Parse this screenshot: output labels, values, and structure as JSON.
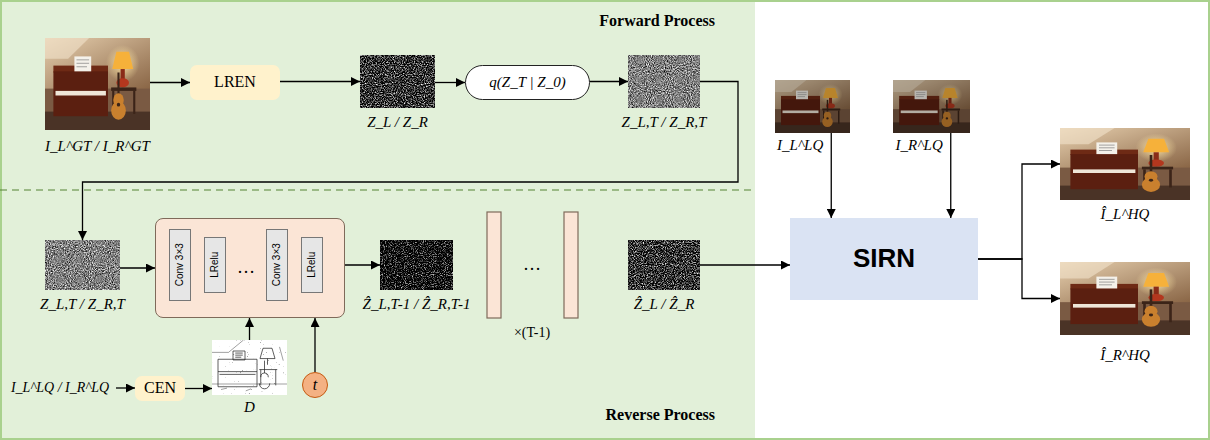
{
  "diagram": {
    "nodes": [
      {
        "text": [
          "Forward Process"
        ]
      },
      {
        "text": [
          "I_L^GT / I_R^GT"
        ],
        "in": 0
      },
      {
        "text": [
          "LREN"
        ],
        "in": 0
      },
      {
        "text": [
          "Z_L / Z_R"
        ],
        "in": 0
      },
      {
        "text": [
          "q(Z_T | Z_0)"
        ],
        "in": 0
      },
      {
        "text": [
          "Z_L,T / Z_R,T"
        ],
        "in": 0
      },
      {
        "text": [
          "Reverse Process"
        ]
      },
      {
        "text": [
          "Z_L,T / Z_R,T"
        ],
        "in": 6
      },
      {
        "text": [
          "…"
        ],
        "in": 6
      },
      {
        "text": [
          "Conv 3×3"
        ],
        "in": 8
      },
      {
        "text": [
          "LRelu"
        ],
        "in": 8
      },
      {
        "text": [
          "Conv 3×3"
        ],
        "in": 8
      },
      {
        "text": [
          "LRelu"
        ],
        "in": 8
      },
      {
        "text": [
          "Ẑ_L,T-1 / Ẑ_R,T-1"
        ],
        "in": 6
      },
      {
        "text": [
          "Ẑ_L / Ẑ_R"
        ],
        "in": 6
      },
      {
        "text": [
          "I_L^LQ / I_R^LQ"
        ],
        "in": 6
      },
      {
        "text": [
          "CEN"
        ],
        "in": 6
      },
      {
        "text": [
          "D"
        ],
        "in": 6
      },
      {
        "text": [
          "t"
        ],
        "in": 6
      },
      {
        "text": [
          "I_L^LQ"
        ]
      },
      {
        "text": [
          "I_R^LQ"
        ]
      },
      {
        "text": [
          "SIRN"
        ]
      },
      {
        "text": [
          "Î_L^HQ"
        ]
      },
      {
        "text": [
          "Î_R^HQ"
        ]
      }
    ],
    "edges": [
      {
        "from": 1,
        "to": 2,
        "arrow": "to"
      },
      {
        "from": 2,
        "to": 3,
        "arrow": "to"
      },
      {
        "from": 3,
        "to": 4,
        "arrow": "to"
      },
      {
        "from": 4,
        "to": 5,
        "arrow": "to"
      },
      {
        "from": 5,
        "to": 7,
        "arrow": "to"
      },
      {
        "from": 7,
        "to": 8,
        "arrow": "to"
      },
      {
        "from": 8,
        "to": 13,
        "arrow": "to"
      },
      {
        "from": 14,
        "to": 21,
        "arrow": "to"
      },
      {
        "from": 15,
        "to": 16,
        "arrow": "to"
      },
      {
        "from": 16,
        "to": 17,
        "arrow": "to"
      },
      {
        "from": 17,
        "to": 8,
        "arrow": "to"
      },
      {
        "from": 18,
        "to": 8,
        "arrow": "to"
      },
      {
        "from": 19,
        "to": 21,
        "arrow": "to"
      },
      {
        "from": 20,
        "to": 21,
        "arrow": "to"
      },
      {
        "from": 21,
        "to": 22,
        "arrow": "to"
      },
      {
        "from": 21,
        "to": 23,
        "arrow": "to"
      }
    ],
    "labels": [
      "…",
      "×(T-1)"
    ]
  }
}
